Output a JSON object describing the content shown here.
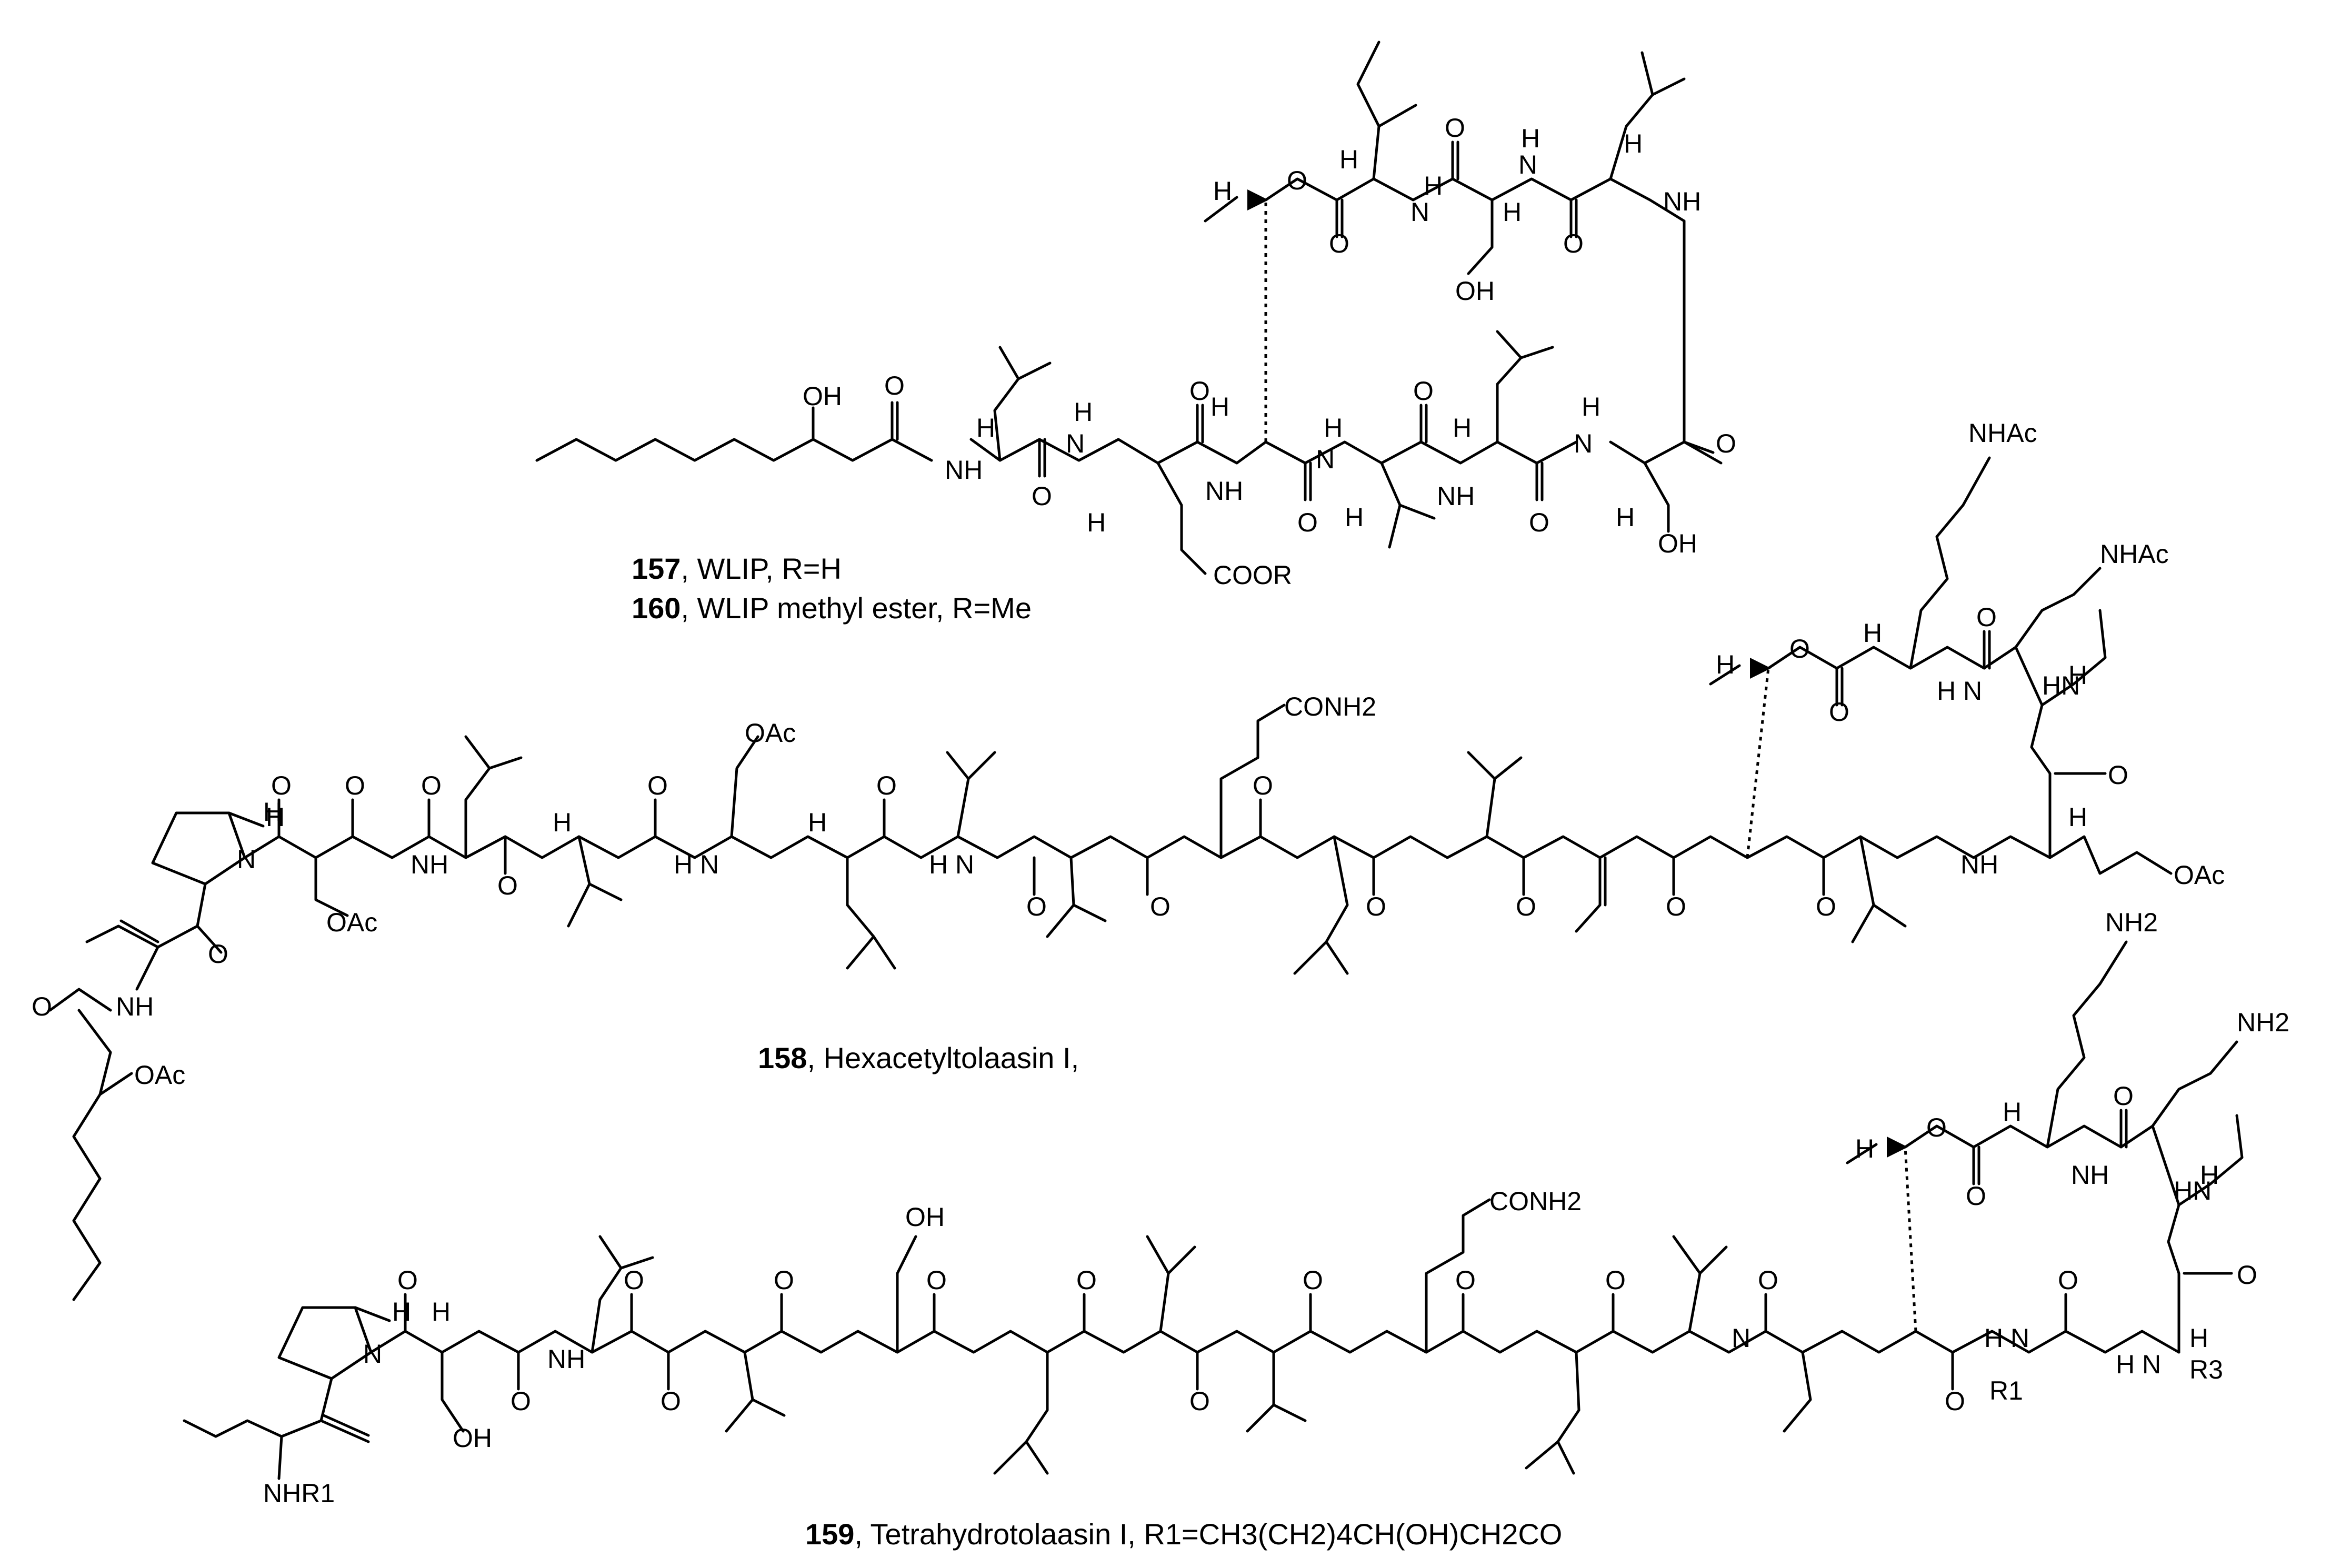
{
  "compound_157": {
    "number": "157",
    "text": ", WLIP, R=H"
  },
  "compound_160": {
    "number": "160",
    "text": ", WLIP methyl ester, R=Me"
  },
  "compound_158": {
    "number": "158",
    "text": ", Hexacetyltolaasin I,"
  },
  "compound_159": {
    "number": "159",
    "text": ", Tetrahydrotolaasin I, R1=CH3(CH2)4CH(OH)CH2CO"
  },
  "atom_labels": {
    "oh": "OH",
    "o": "O",
    "h": "H",
    "nh": "NH",
    "n": "N",
    "hn": "HN",
    "hn_stacked": "H N",
    "coor": "COOR",
    "nhac": "NHAc",
    "oac": "OAc",
    "conh2": "CONH2",
    "nh2": "NH2",
    "nhr1": "NHR1",
    "r1": "R1",
    "r3": "R3"
  }
}
